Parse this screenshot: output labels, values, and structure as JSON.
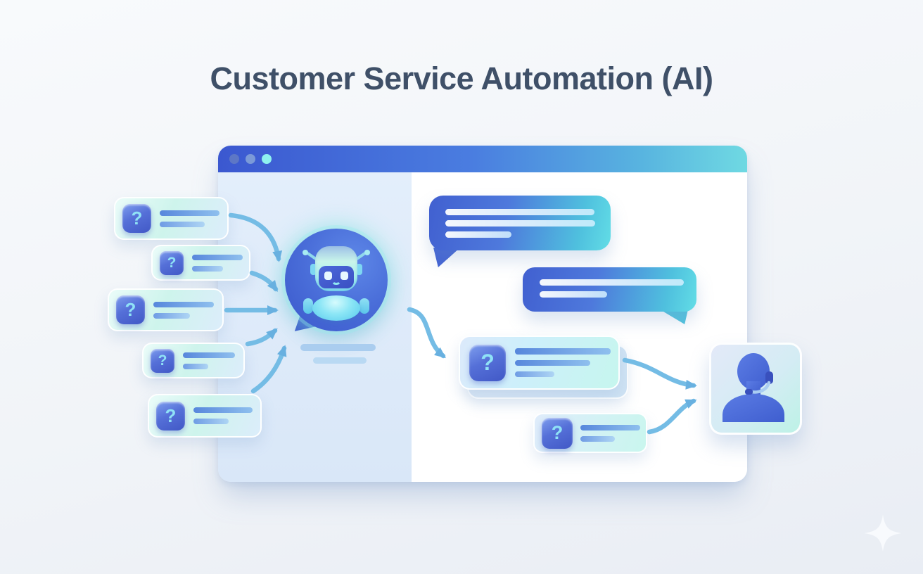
{
  "title": "Customer Service Automation (AI)",
  "glyphs": {
    "question_mark": "?"
  },
  "window": {
    "type": "browser-mockup",
    "dot_colors": [
      "#5d77c6",
      "#7b9ad8",
      "#8ef2ef"
    ]
  },
  "palette": {
    "background": "#f1f4f8",
    "title_text": "#3f5068",
    "titlebar_gradient": [
      "#3b58d0",
      "#4a7de0",
      "#6fd9e2"
    ],
    "left_panel": "#dfeafa",
    "right_panel": "#ffffff",
    "bubble_gradient": [
      "#4160d0",
      "#62dde6"
    ],
    "card_gradient": [
      "#eafcf9",
      "#dcedfb"
    ],
    "question_tile": "#4f68d4",
    "question_glyph": "#8fe2f6",
    "arrow": "#74bce5",
    "bot_circle": "#4467d6",
    "agent_silhouette": "#4b6edb",
    "sparkle": "#fafcfe"
  },
  "diagram": {
    "incoming_question_cards": 5,
    "bot_reply_bubbles": 2,
    "escalated_question_cards": 2,
    "flow": [
      "customer-questions",
      "ai-chatbot",
      "chat-replies",
      "unresolved-questions",
      "human-agent"
    ]
  }
}
